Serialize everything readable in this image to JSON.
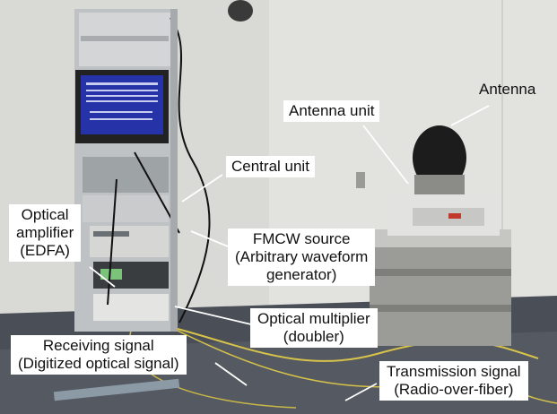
{
  "labels": {
    "antenna": "Antenna",
    "antenna_unit": "Antenna unit",
    "central_unit": "Central unit",
    "optical_amplifier": [
      "Optical",
      "amplifier",
      "(EDFA)"
    ],
    "fmcw_source": [
      "FMCW source",
      "(Arbitrary waveform",
      "generator)"
    ],
    "optical_multiplier": [
      "Optical multiplier",
      "(doubler)"
    ],
    "receiving_signal": [
      "Receiving signal",
      "(Digitized optical signal)"
    ],
    "transmission_signal": [
      "Transmission signal",
      "(Radio-over-fiber)"
    ]
  },
  "colors": {
    "wall": "#d9d9d6",
    "floor": "#4a4f57",
    "rack": "#bfc2c4",
    "monitor_screen": "#2633a8",
    "antenna_dish": "#1c1c1c",
    "fiber": "#d7c34a"
  }
}
